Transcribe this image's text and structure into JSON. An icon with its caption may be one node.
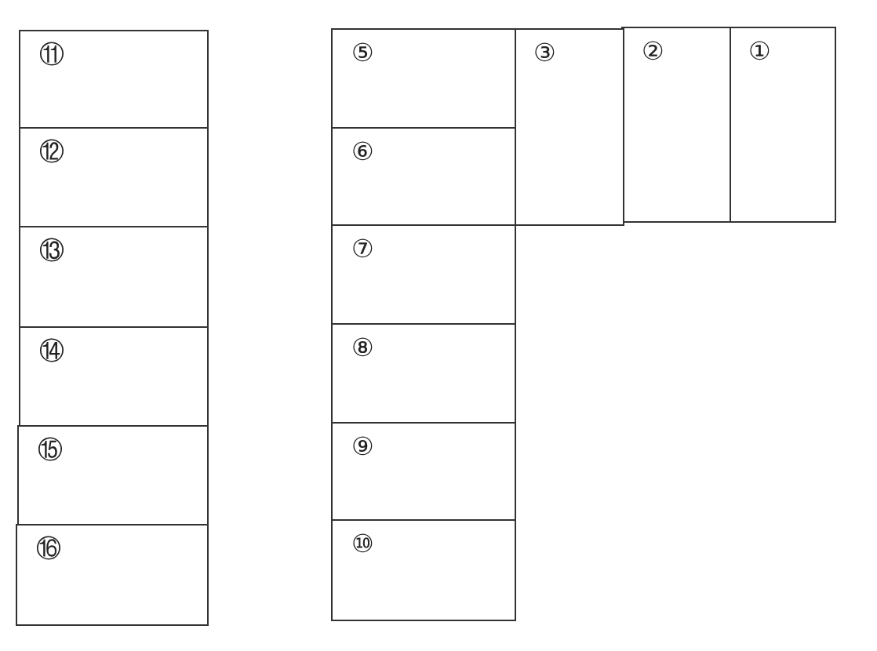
{
  "diagram": {
    "nodes": [
      {
        "text": [
          "①"
        ]
      },
      {
        "text": [
          "②"
        ]
      },
      {
        "text": [
          "③"
        ]
      },
      {
        "text": [
          "⑤"
        ]
      },
      {
        "text": [
          "⑥"
        ]
      },
      {
        "text": [
          "⑦"
        ]
      },
      {
        "text": [
          "⑧"
        ]
      },
      {
        "text": [
          "⑨"
        ]
      },
      {
        "text": [
          "⑩"
        ]
      },
      {
        "text": [
          "⑪"
        ]
      },
      {
        "text": [
          "⑫"
        ]
      },
      {
        "text": [
          "⑬"
        ]
      },
      {
        "text": [
          "⑭"
        ]
      },
      {
        "text": [
          "⑮"
        ]
      },
      {
        "text": [
          "⑯"
        ]
      }
    ]
  }
}
